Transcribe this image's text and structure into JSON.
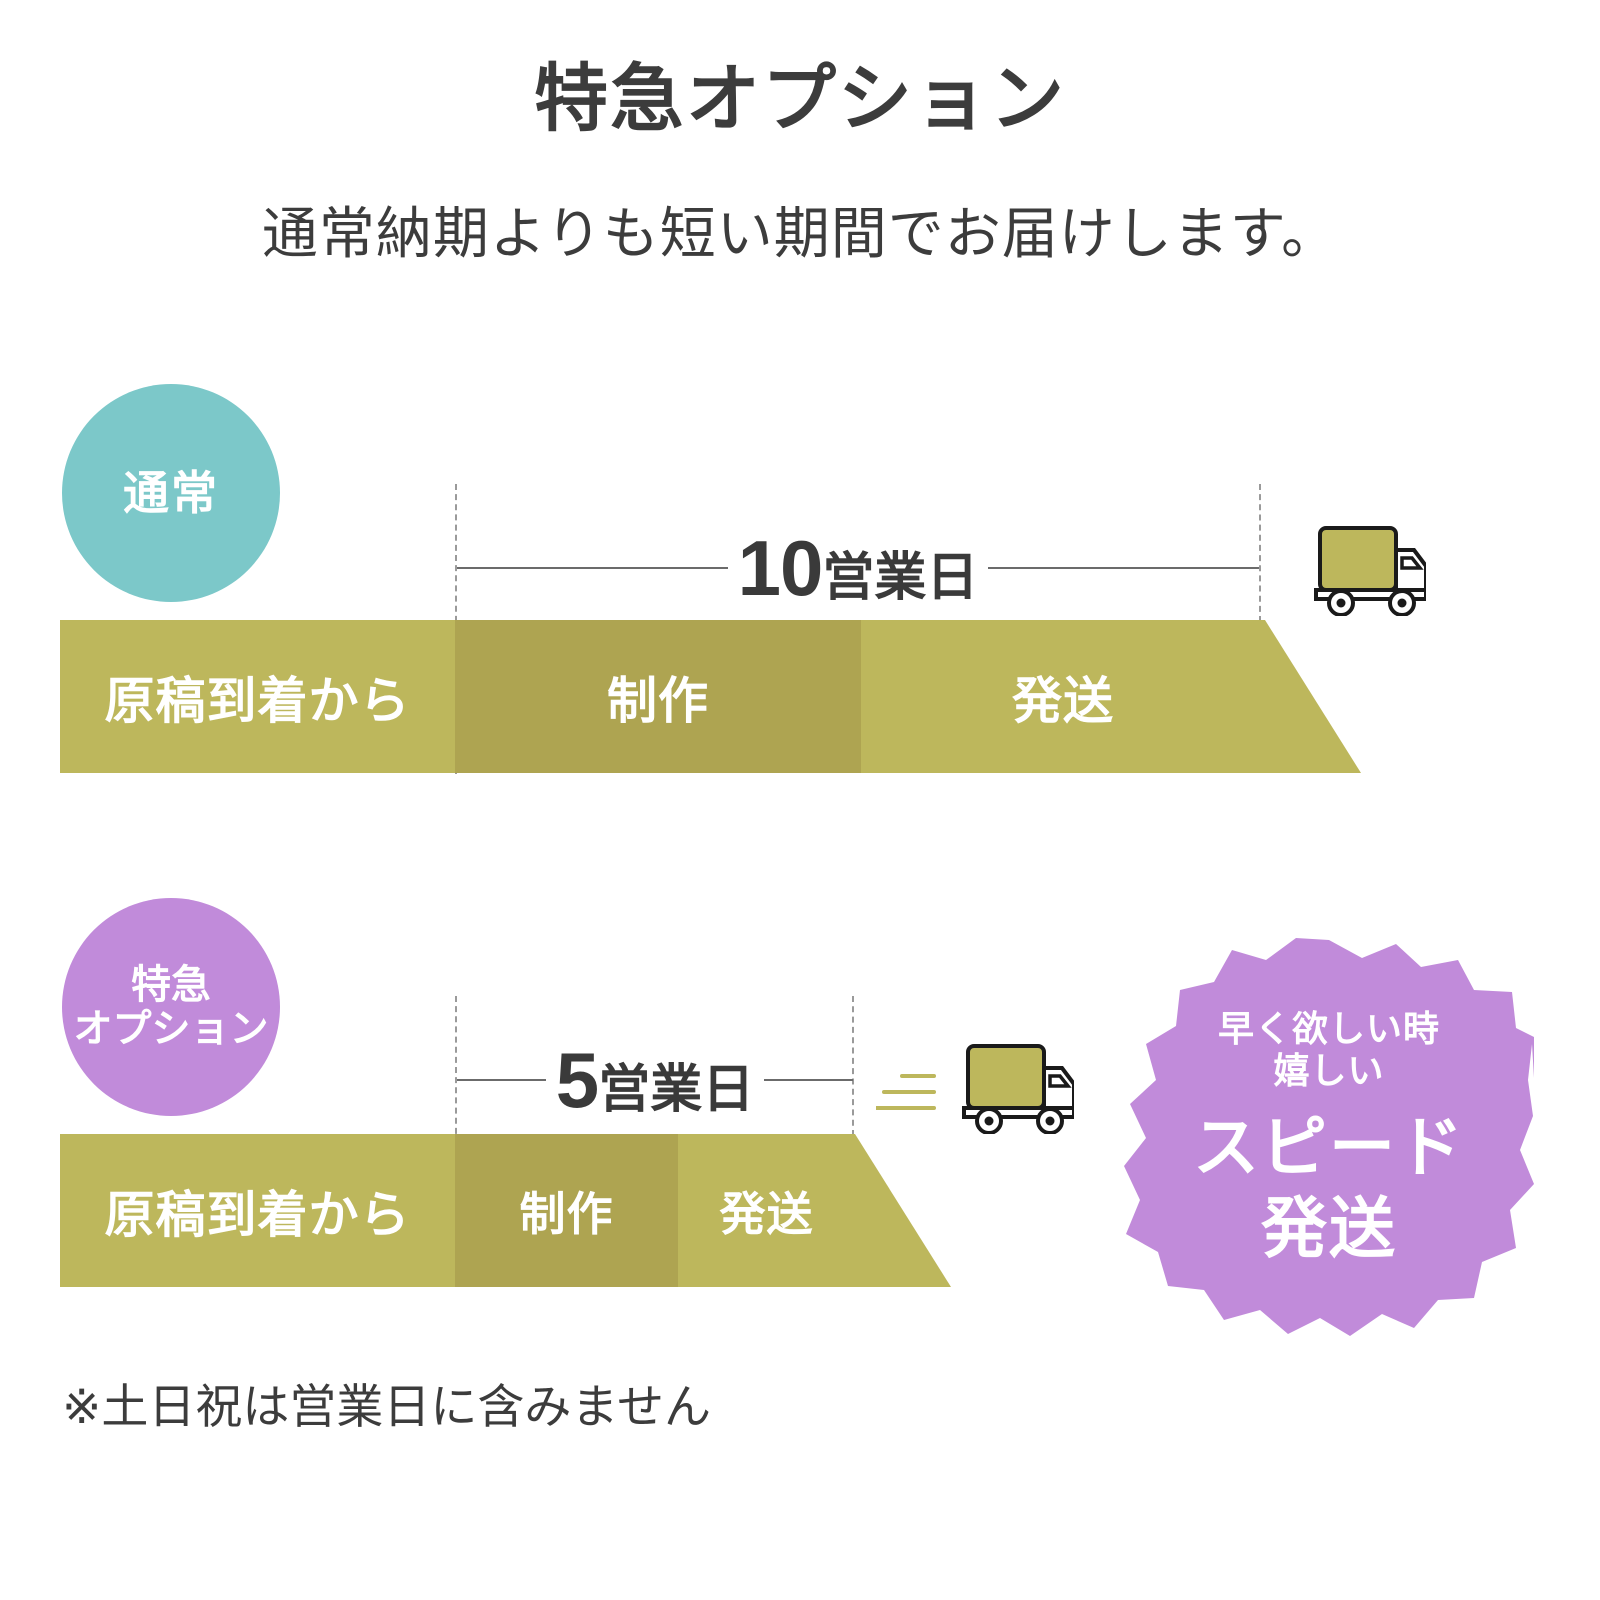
{
  "header": {
    "title": "特急オプション",
    "subtitle": "通常納期よりも短い期間でお届けします。"
  },
  "colors": {
    "normal_badge": "#7CC8C9",
    "express_badge": "#C18BDA",
    "burst": "#C18BDA",
    "bar_light": "#BDB75C",
    "bar_dark": "#AEA451",
    "text_dark": "#3C3C3C",
    "rule": "#6B6B6B",
    "dashed": "#9A9A9A"
  },
  "rows": [
    {
      "badge_label": "通常",
      "duration_number": "10",
      "duration_unit": "営業日",
      "segments": [
        {
          "label": "原稿到着から"
        },
        {
          "label": "制作"
        },
        {
          "label": "発送"
        }
      ],
      "truck": {
        "name": "delivery-truck",
        "motion_lines": 0
      }
    },
    {
      "badge_label_line1": "特急",
      "badge_label_line2": "オプション",
      "duration_number": "5",
      "duration_unit": "営業日",
      "segments": [
        {
          "label": "原稿到着から"
        },
        {
          "label": "制作"
        },
        {
          "label": "発送"
        }
      ],
      "truck": {
        "name": "delivery-truck-fast",
        "motion_lines": 3
      }
    }
  ],
  "burst": {
    "line1": "早く欲しい時",
    "line2": "嬉しい",
    "line3": "スピード",
    "line4": "発送"
  },
  "footnote": "※土日祝は営業日に含みません",
  "chart_data": {
    "type": "bar",
    "title": "特急オプション",
    "subtitle": "通常納期よりも短い期間でお届けします。",
    "categories": [
      "通常",
      "特急オプション"
    ],
    "values": [
      10,
      5
    ],
    "unit": "営業日",
    "xlabel": "",
    "ylabel": "",
    "note": "※土日祝は営業日に含みません",
    "series": [
      {
        "name": "通常",
        "total_days": 10,
        "stages": [
          "原稿到着から",
          "制作",
          "発送"
        ]
      },
      {
        "name": "特急オプション",
        "total_days": 5,
        "stages": [
          "原稿到着から",
          "制作",
          "発送"
        ]
      }
    ]
  }
}
